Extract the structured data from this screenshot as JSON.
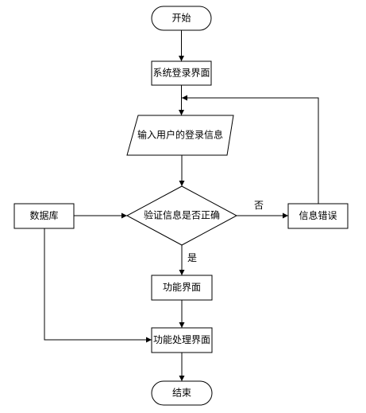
{
  "nodes": {
    "start": "开始",
    "login_screen": "系统登录界面",
    "input_login_info": "输入用户的登录信息",
    "verify_info": "验证信息是否正确",
    "info_error": "信息错误",
    "database": "数据库",
    "function_screen": "功能界面",
    "function_processing_screen": "功能处理界面",
    "end": "结束"
  },
  "edges": {
    "no": "否",
    "yes": "是"
  },
  "colors": {
    "stroke": "#000000",
    "fill": "#ffffff"
  }
}
